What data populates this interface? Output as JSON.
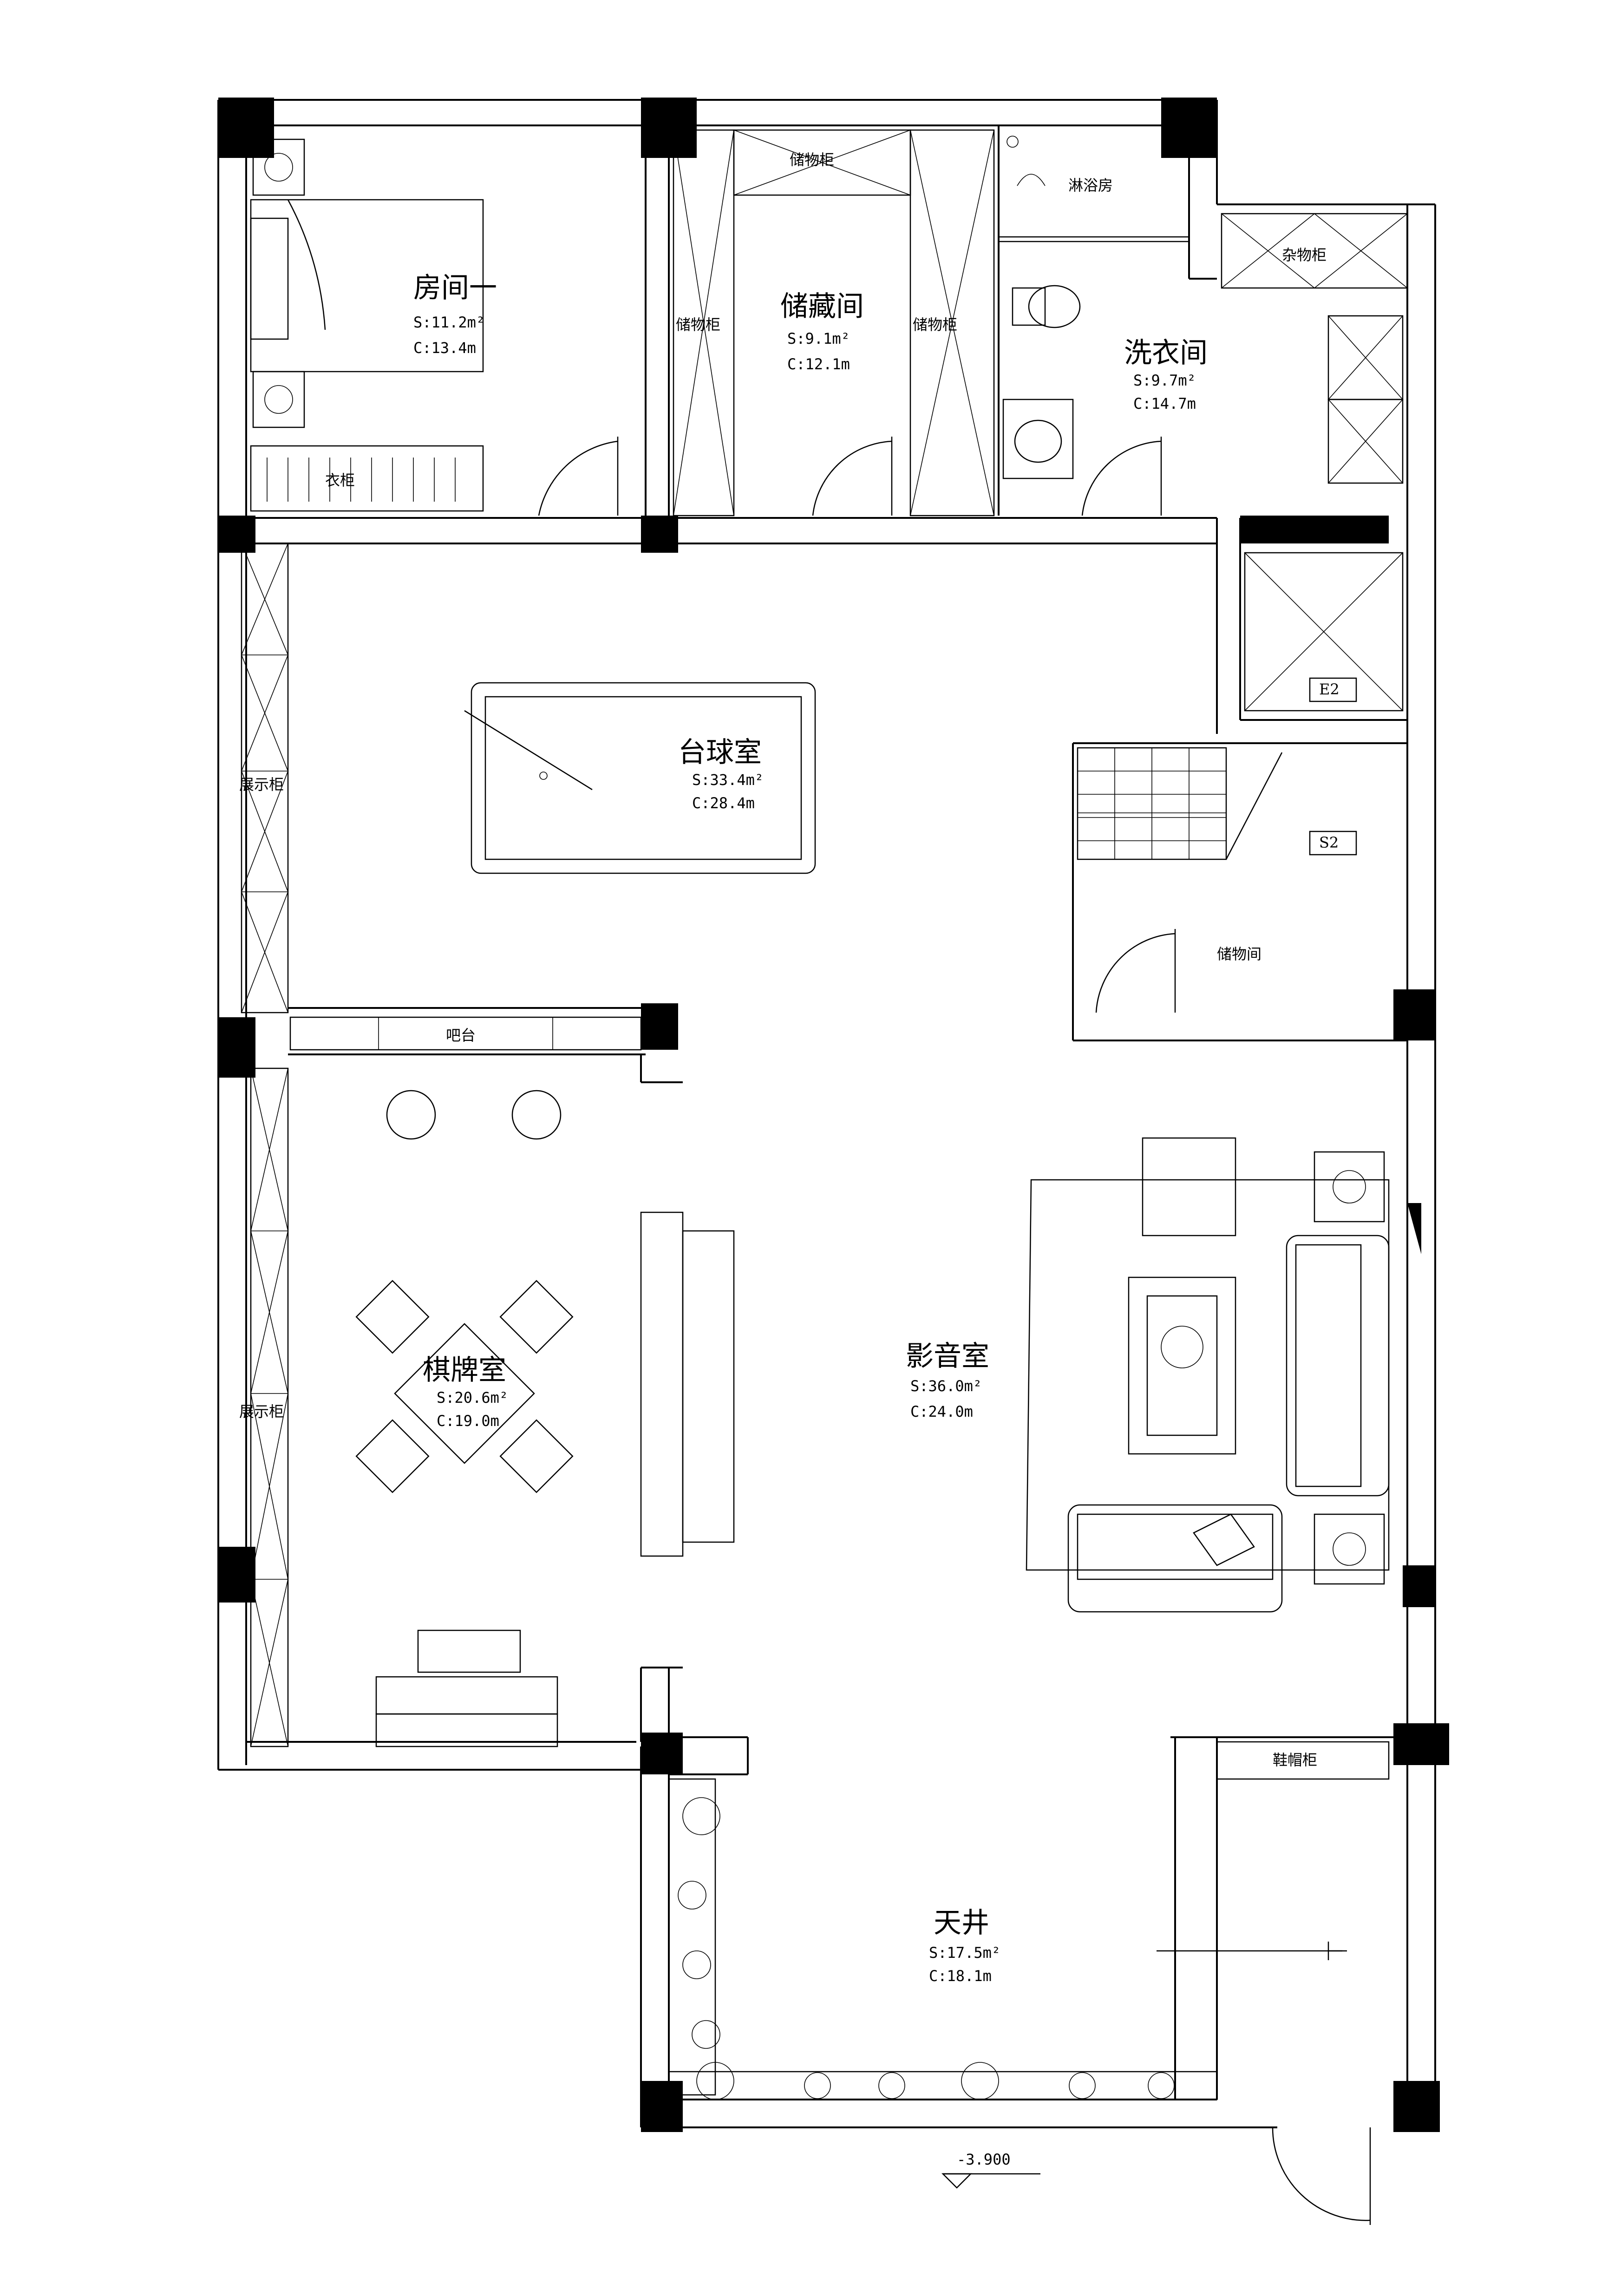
{
  "rooms": {
    "room1": {
      "name": "房间一",
      "area": "S:11.2m²",
      "perimeter": "C:13.4m"
    },
    "storage": {
      "name": "储藏间",
      "area": "S:9.1m²",
      "perimeter": "C:12.1m"
    },
    "laundry": {
      "name": "洗衣间",
      "area": "S:9.7m²",
      "perimeter": "C:14.7m"
    },
    "billiard": {
      "name": "台球室",
      "area": "S:33.4m²",
      "perimeter": "C:28.4m"
    },
    "chess": {
      "name": "棋牌室",
      "area": "S:20.6m²",
      "perimeter": "C:19.0m"
    },
    "theater": {
      "name": "影音室",
      "area": "S:36.0m²",
      "perimeter": "C:24.0m"
    },
    "courtyard": {
      "name": "天井",
      "area": "S:17.5m²",
      "perimeter": "C:18.1m"
    }
  },
  "labels": {
    "shower": "淋浴房",
    "storage_cabinet": "储物柜",
    "misc_cabinet": "杂物柜",
    "wardrobe": "衣柜",
    "display_cabinet": "展示柜",
    "bar": "吧台",
    "storage_room_small": "储物间",
    "shoe_cabinet": "鞋帽柜",
    "elevator": "E2",
    "stair": "S2",
    "level": "-3.900"
  }
}
